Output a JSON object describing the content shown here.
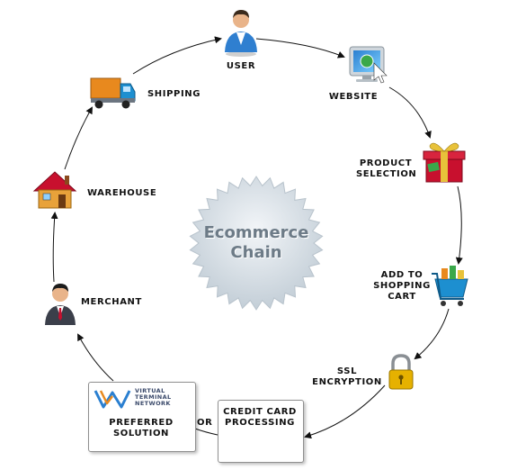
{
  "center": {
    "line1": "Ecommerce",
    "line2": "Chain"
  },
  "nodes": {
    "user": "USER",
    "website": "WEBSITE",
    "product_selection": [
      "PRODUCT",
      "SELECTION"
    ],
    "add_to_cart": [
      "ADD TO",
      "SHOPPING",
      "CART"
    ],
    "ssl": [
      "SSL",
      "ENCRYPTION"
    ],
    "credit_card": [
      "CREDIT CARD",
      "PROCESSING"
    ],
    "or": "OR",
    "preferred": [
      "PREFERRED",
      "SOLUTION"
    ],
    "vtn_logo": [
      "VIRTUAL",
      "TERMINAL",
      "NETWORK"
    ],
    "merchant": "MERCHANT",
    "warehouse": "WAREHOUSE",
    "shipping": "SHIPPING"
  },
  "colors": {
    "badge": "#d4dde4",
    "badge_text": "#6d7b87",
    "arrow": "#111111",
    "truck": "#e8891e",
    "house": "#e8a23a",
    "gift": "#c8102e",
    "cart": "#1d8fd0",
    "lock": "#e6b100"
  }
}
